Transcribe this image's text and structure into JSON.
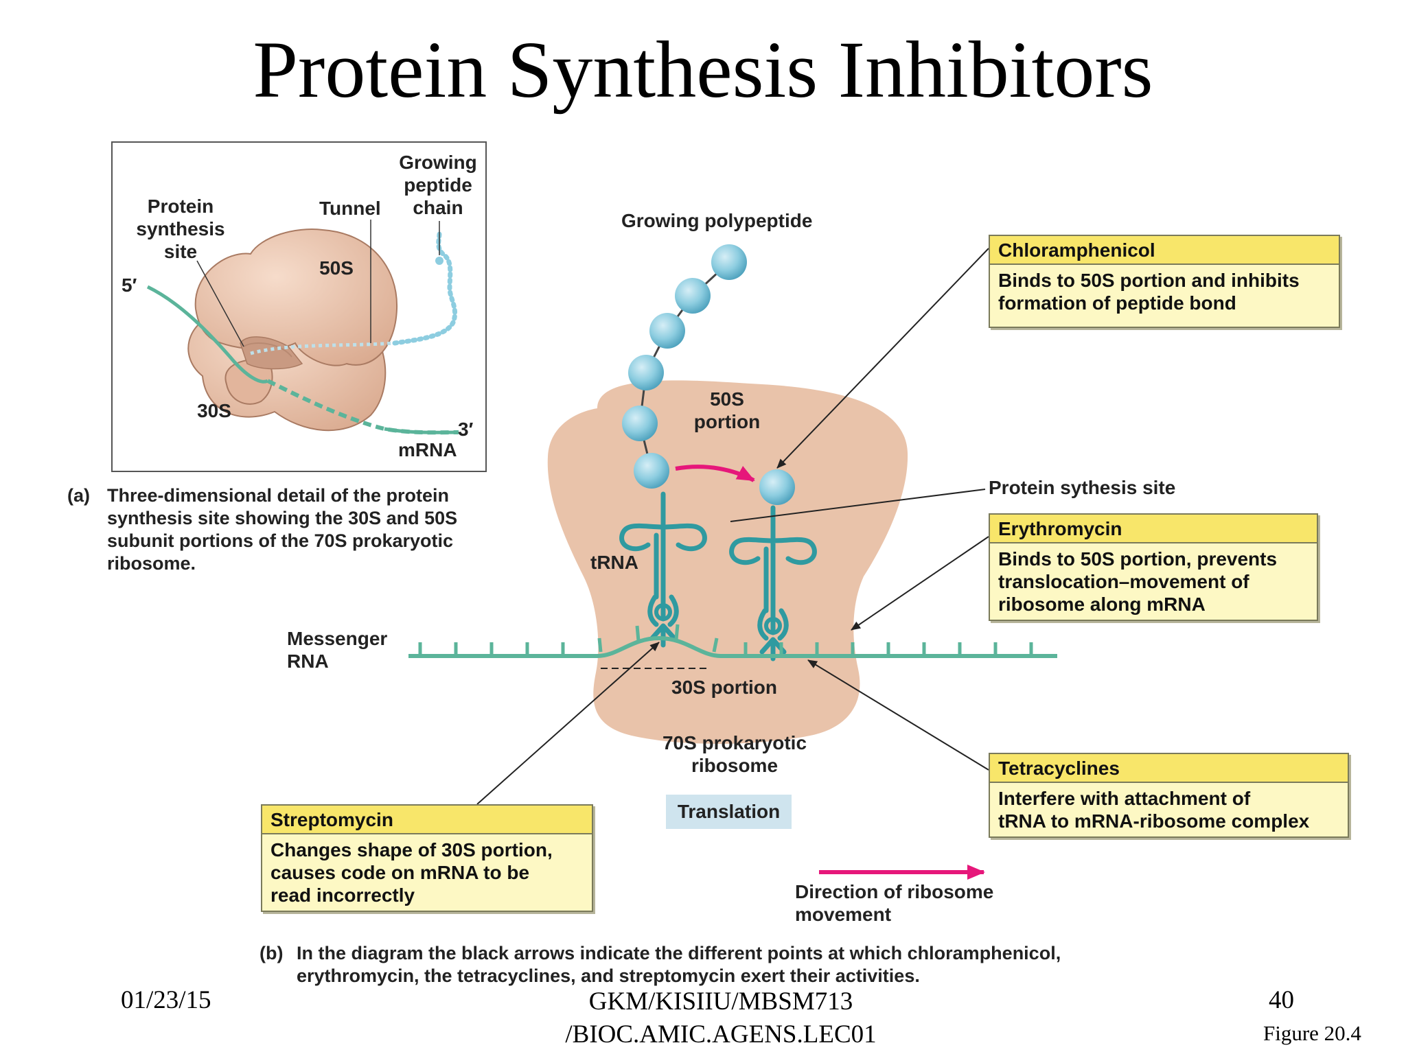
{
  "title": "Protein Synthesis Inhibitors",
  "inset": {
    "labels": {
      "protein_synthesis_site": "Protein\nsynthesis\nsite",
      "tunnel": "Tunnel",
      "growing_peptide_chain": "Growing\npeptide\nchain",
      "large_subunit": "50S",
      "small_subunit": "30S",
      "five_prime": "5′",
      "three_prime": "3′",
      "mrna": "mRNA"
    },
    "caption_tag": "(a)",
    "caption": "Three-dimensional detail of the protein\nsynthesis site showing the 30S and 50S\nsubunit portions of the 70S prokaryotic\nribosome."
  },
  "main": {
    "labels": {
      "growing_polypeptide": "Growing polypeptide",
      "portion_50s": "50S\nportion",
      "trna": "tRNA",
      "messenger_rna": "Messenger\nRNA",
      "portion_30s": "30S portion",
      "ribosome_70s": "70S prokaryotic\nribosome",
      "translation": "Translation",
      "protein_site": "Protein sythesis site",
      "direction": "Direction of ribosome\nmovement"
    },
    "drugs": [
      {
        "name": "Chloramphenicol",
        "text": "Binds to 50S portion and inhibits\nformation of peptide bond"
      },
      {
        "name": "Erythromycin",
        "text": "Binds to 50S portion, prevents\ntranslocation–movement of\nribosome along mRNA"
      },
      {
        "name": "Tetracyclines",
        "text": "Interfere with attachment of\ntRNA to mRNA-ribosome complex"
      },
      {
        "name": "Streptomycin",
        "text": "Changes shape of 30S portion,\ncauses code on mRNA to be\nread incorrectly"
      }
    ],
    "caption_tag": "(b)",
    "caption": "In the diagram the black arrows indicate the different points at which chloramphenicol,\nerythromycin, the tetracyclines, and streptomycin exert their activities."
  },
  "footer": {
    "date": "01/23/15",
    "course": "GKM/KISIIU/MBSM713\n/BIOC.AMIC.AGENS.LEC01",
    "page": "40",
    "figure": "Figure 20.4"
  },
  "colors": {
    "ribosome": "#e9c3aa",
    "mrna": "#5bb49a",
    "trna": "#2f9aa0",
    "bead": "#8dcde0",
    "movement_arrow": "#e6177a",
    "box_header": "#f8e66a",
    "box_body": "#fdf8c4",
    "translation_bg": "#cfe4ee"
  }
}
